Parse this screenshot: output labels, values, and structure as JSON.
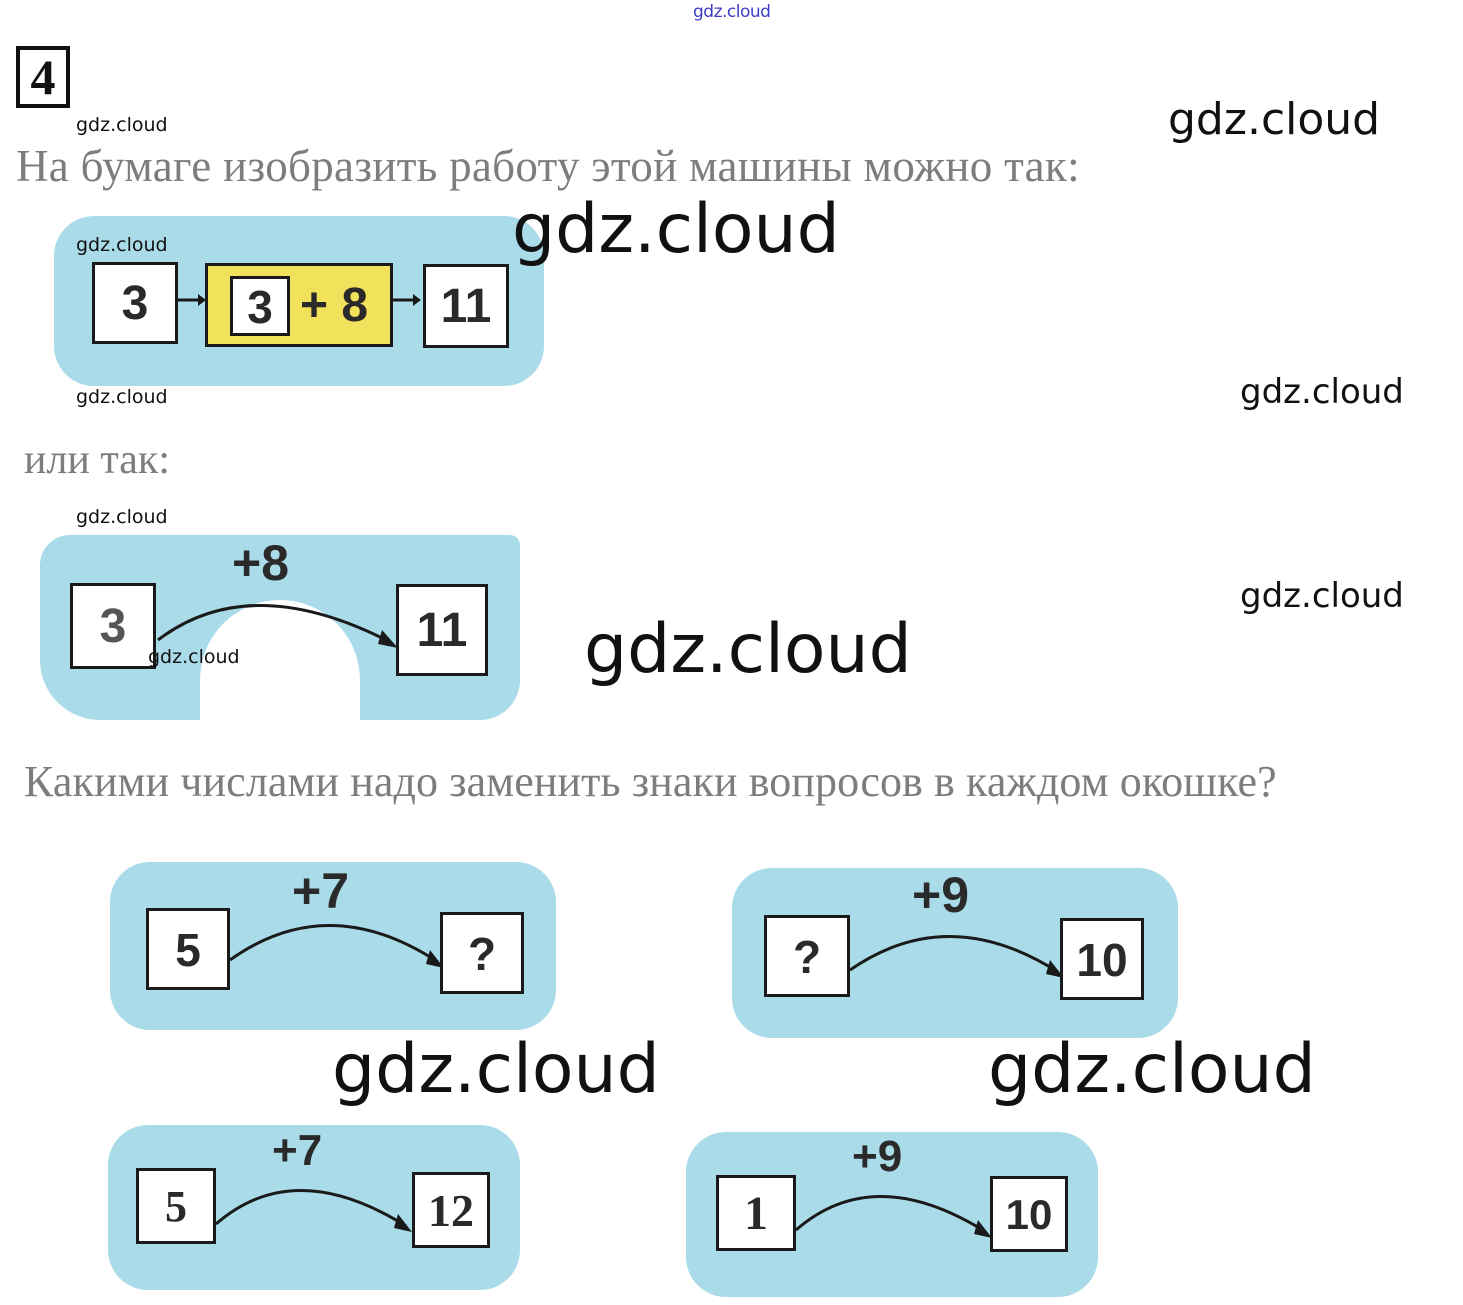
{
  "watermarks": {
    "top_link": "gdz.cloud",
    "label": "gdz.cloud"
  },
  "task": {
    "number": "4",
    "intro_text": "На бумаге изобразить работу этой машины можно так:",
    "alt_text": "или так:",
    "question_text": "Какими числами надо заменить знаки вопросов в каждом окошке?"
  },
  "machine_example": {
    "input": "3",
    "inner_input": "3",
    "operation": "+ 8",
    "output": "11"
  },
  "arrow_example": {
    "input": "3",
    "operation": "+8",
    "output": "11"
  },
  "exercises": [
    {
      "input": "5",
      "operation": "+7",
      "output": "?"
    },
    {
      "input": "?",
      "operation": "+9",
      "output": "10"
    }
  ],
  "answers": [
    {
      "input": "5",
      "operation": "+7",
      "output": "12"
    },
    {
      "input": "1",
      "operation": "+9",
      "output": "10"
    }
  ],
  "colors": {
    "panel_blue": "#a9dbe9",
    "machine_yellow": "#f2e15a",
    "text_gray": "#7d7d7d"
  }
}
